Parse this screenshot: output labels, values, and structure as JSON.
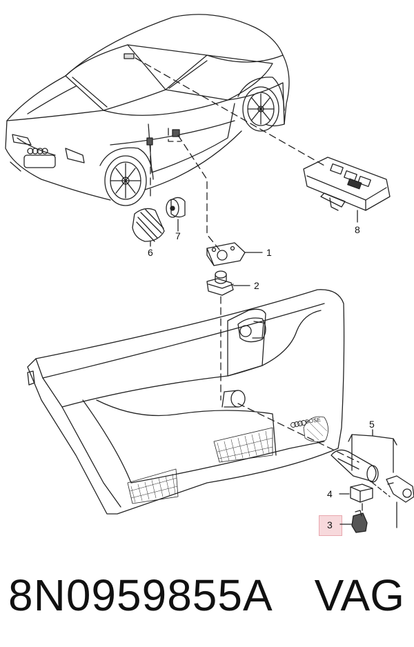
{
  "callouts": {
    "c1": "1",
    "c2": "2",
    "c3": "3",
    "c4": "4",
    "c5": "5",
    "c6": "6",
    "c7": "7",
    "c8": "8"
  },
  "door_badge": "BOSE",
  "caption": {
    "part_number": "8N0959855A",
    "brand": "VAG"
  },
  "colors": {
    "line": "#222222",
    "highlight": "#f7d9dc"
  }
}
